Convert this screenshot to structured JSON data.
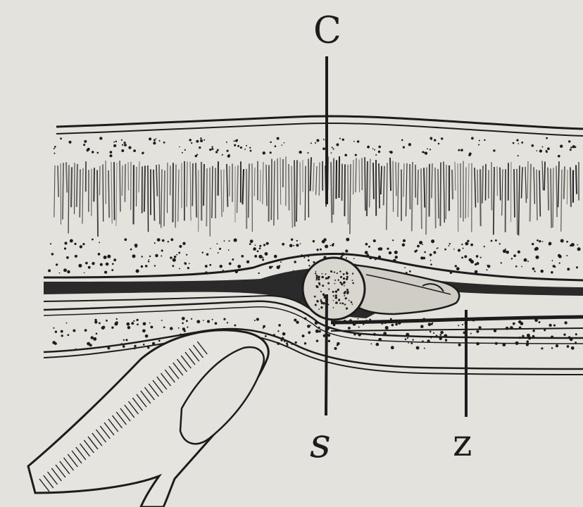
{
  "figure": {
    "labels": {
      "c": "C",
      "s": "s",
      "z": "z"
    },
    "colors": {
      "paper": "#e4e2dc",
      "ink": "#1c1c1c",
      "dark_band": "#2a2a2a",
      "grey_fill": "#b9b7b1"
    }
  }
}
